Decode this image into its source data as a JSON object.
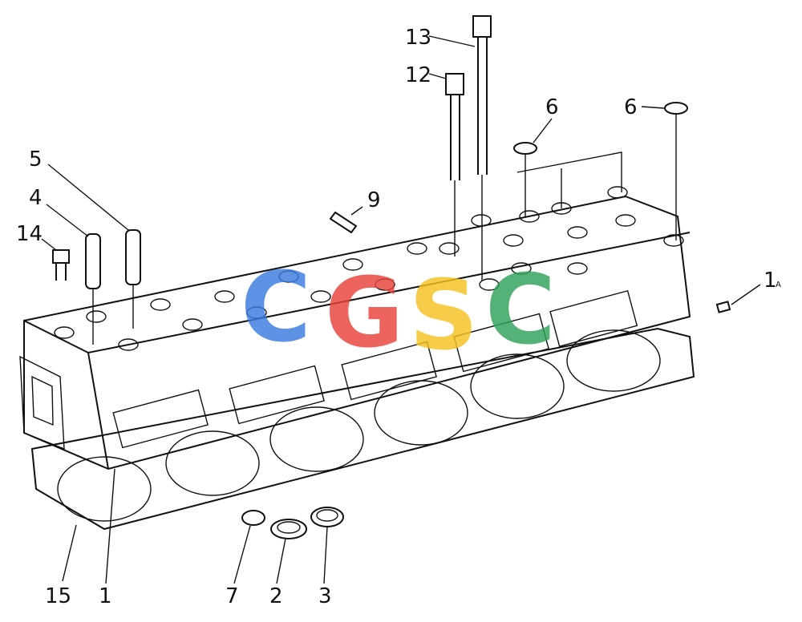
{
  "callouts": {
    "c13": "13",
    "c12": "12",
    "c6a": "6",
    "c6b": "6",
    "c5": "5",
    "c4": "4",
    "c14": "14",
    "c9": "9",
    "c1a": "1",
    "c1a_sub": "A",
    "c15": "15",
    "c1": "1",
    "c7": "7",
    "c2": "2",
    "c3": "3"
  },
  "watermark": {
    "letters": [
      "C",
      "G",
      "S",
      "C"
    ],
    "colors": [
      "#3b7be0",
      "#e8433a",
      "#f5c220",
      "#2fa25a"
    ]
  }
}
